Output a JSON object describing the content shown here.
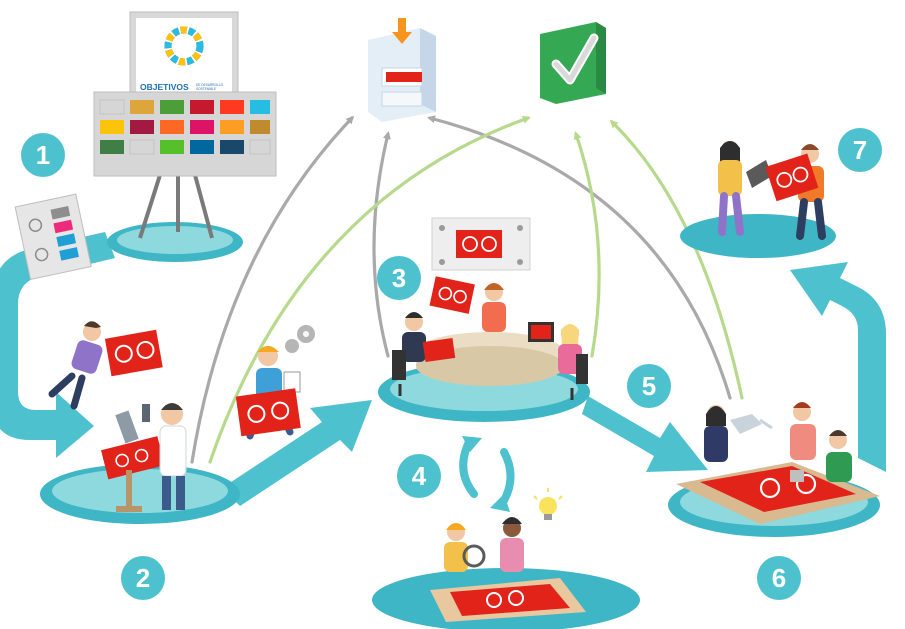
{
  "board": {
    "title": "OBJETIVOS",
    "subtitle_line1": "DE DESARROLLO",
    "subtitle_line2": "SOSTENIBLE"
  },
  "steps": [
    "1",
    "2",
    "3",
    "4",
    "5",
    "6",
    "7"
  ],
  "icons": {
    "archive": "filing-cabinet-icon",
    "approved": "check-mark-icon",
    "idea": "light-bulb-icon",
    "settings": "gear-icon",
    "cycle": "refresh-cycle-icon"
  },
  "colors": {
    "flow_arrow": "#4ec1cf",
    "platform": "#3fb6c6",
    "platform_inner": "#8ed9de",
    "gray_arrow": "#a9a9a9",
    "green_arrow": "#b6d98c",
    "step_circle": "#4ec1cf",
    "card_red": "#e2231a",
    "check_green": "#35a853",
    "board_gray": "#c9c9c9"
  }
}
